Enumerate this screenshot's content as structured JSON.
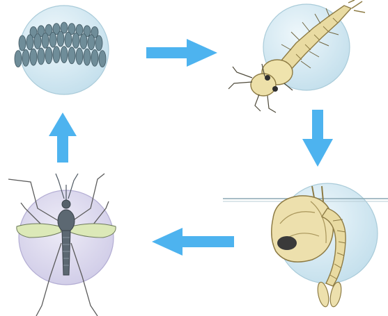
{
  "diagram": {
    "stages": [
      {
        "id": "egg",
        "icon": "egg-raft-icon"
      },
      {
        "id": "larva",
        "icon": "larva-icon"
      },
      {
        "id": "pupa",
        "icon": "pupa-icon"
      },
      {
        "id": "adult",
        "icon": "adult-mosquito-icon"
      }
    ],
    "arrows": [
      {
        "from": "egg",
        "to": "larva",
        "direction": "right"
      },
      {
        "from": "larva",
        "to": "pupa",
        "direction": "down"
      },
      {
        "from": "pupa",
        "to": "adult",
        "direction": "left"
      },
      {
        "from": "adult",
        "to": "egg",
        "direction": "up"
      }
    ],
    "colors": {
      "arrow": "#4db3ef",
      "bubble": "#d2e8f2",
      "bubble_adult": "#dcd9ee",
      "body": "#e9dba2",
      "body_outline": "#8d7b44",
      "egg": "#6f8d99",
      "mosquito": "#56616b",
      "wing": "#dce9b8"
    }
  }
}
